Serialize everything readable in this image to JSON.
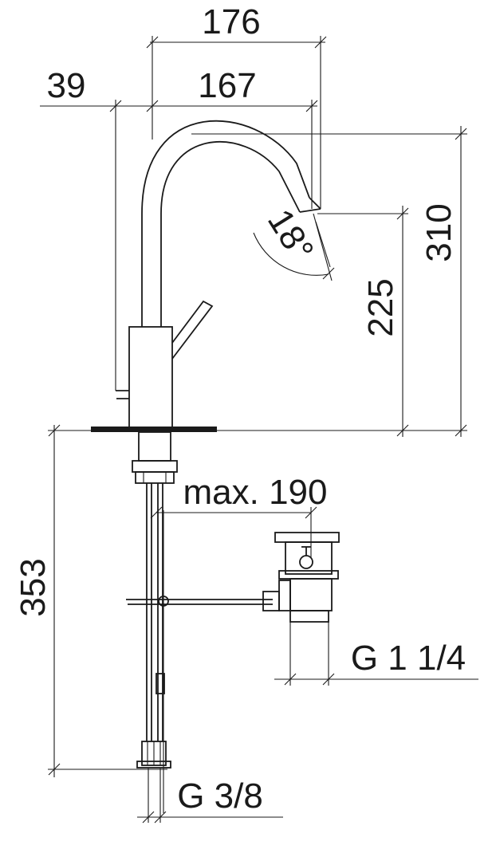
{
  "dimensions": {
    "overall_width": "176",
    "spout_reach": "167",
    "base_offset": "39",
    "total_height": "310",
    "spout_height": "225",
    "spout_angle": "18°",
    "below_counter_length": "353",
    "max_drain_distance": "max. 190",
    "drain_thread": "G 1 1/4",
    "supply_thread": "G 3/8"
  }
}
